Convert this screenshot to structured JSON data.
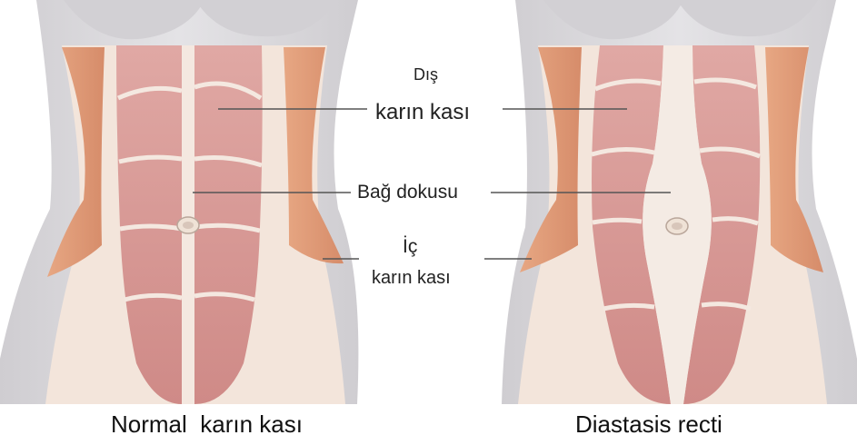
{
  "labels": {
    "external_line1": "Dış",
    "external_line2": "karın kası",
    "connective": "Bağ dokusu",
    "internal_line1": "İç",
    "internal_line2": "karın kası"
  },
  "captions": {
    "left": "Normal  karın kası",
    "right": "Diastasis recti"
  },
  "colors": {
    "skin": "#dddcde",
    "muscle": "#d99b98",
    "oblique": "#dd9a7a",
    "fascia": "#f4e6dc",
    "line": "#555555"
  }
}
